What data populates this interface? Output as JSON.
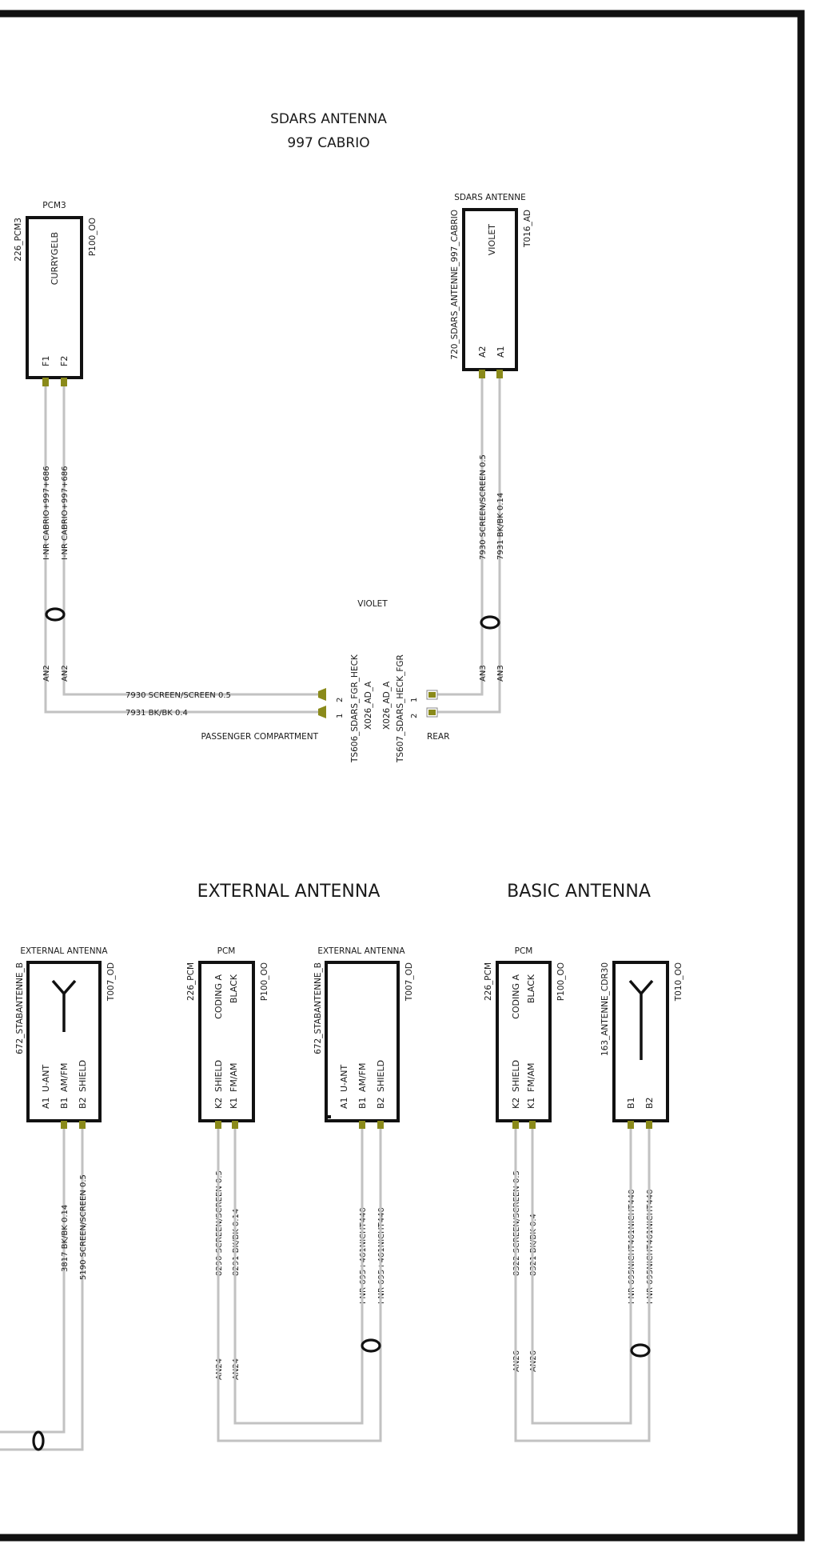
{
  "titles": {
    "sdars": "SDARS ANTENNA",
    "model": "997  CABRIO",
    "external": "EXTERNAL ANTENNA",
    "basic": "BASIC ANTENNA"
  },
  "pcm3": {
    "header": "PCM3",
    "id": "226_PCM3",
    "inner": "CURRYGELB",
    "code": "P100_OO",
    "pins": [
      "F1",
      "F2"
    ],
    "wires": [
      "I-NR CABRIO+997+686",
      "I-NR CABRIO+997+686"
    ],
    "ends": [
      "AN2",
      "AN2"
    ]
  },
  "sdars_antenne": {
    "header": "SDARS ANTENNE",
    "id": "720_SDARS_ANTENNE_997_CABRIO",
    "inner": "VIOLET",
    "code": "T016_AD",
    "pins": [
      "A2",
      "A1"
    ],
    "wires": [
      "7930 SCREEN/SCREEN 0.5",
      "7931 BK/BK 0.14"
    ],
    "ends": [
      "AN3",
      "AN3"
    ]
  },
  "connector": {
    "color": "VIOLET",
    "wire_top": "7930 SCREEN/SCREEN 0.5",
    "wire_bottom": "7931 BK/BK 0.4",
    "left_label": "PASSENGER COMPARTMENT",
    "right_label": "REAR",
    "left_pins": [
      "2",
      "1"
    ],
    "right_pins": [
      "1",
      "2"
    ],
    "ids": [
      "TS606_SDARS_FGR_HECK",
      "X026_AD_A",
      "X026_AD_A",
      "TS607_SDARS_HECK_FGR"
    ]
  },
  "ext_antenna_1": {
    "header": "EXTERNAL ANTENNA",
    "id": "672_STABANTENNE_B",
    "code": "T007_OD",
    "pins": [
      "A1",
      "B1",
      "B2"
    ],
    "functions": [
      "U-ANT",
      "AM/FM",
      "SHIELD"
    ],
    "wires": [
      "3817 BK/BK 0.14",
      "5190 SCREEN/SCREEN 0.5"
    ]
  },
  "pcm_1": {
    "header": "PCM",
    "id": "226_PCM",
    "code": "P100_OO",
    "inner": [
      "CODING A",
      "BLACK"
    ],
    "pins": [
      "K2",
      "K1"
    ],
    "functions": [
      "SHIELD",
      "FM/AM"
    ],
    "wires": [
      "8290 SCREEN/SCREEN 0.5",
      "8291 BK/BK 0.14"
    ],
    "ends": [
      "AN24",
      "AN24"
    ]
  },
  "ext_antenna_2": {
    "header": "EXTERNAL ANTENNA",
    "id": "672_STABANTENNE_B",
    "code": "T007_OD",
    "pins": [
      "A1",
      "B1",
      "B2"
    ],
    "functions": [
      "U-ANT",
      "AM/FM",
      "SHIELD"
    ],
    "wires": [
      "I-NR 695+461NICHT440",
      "I-NR 695+461NICHT440"
    ]
  },
  "pcm_2": {
    "header": "PCM",
    "id": "226_PCM",
    "code": "P100_OO",
    "inner": [
      "CODING A",
      "BLACK"
    ],
    "pins": [
      "K2",
      "K1"
    ],
    "functions": [
      "SHIELD",
      "FM/AM"
    ],
    "wires": [
      "8322 SCREEN/SCREEN 0.5",
      "8321 BK/BK 0.4"
    ],
    "ends": [
      "AN26",
      "AN26"
    ]
  },
  "basic_antenna": {
    "id": "163_ANTENNE_CDR30",
    "code": "T010_OO",
    "pins": [
      "B1",
      "B2"
    ],
    "wires": [
      "I-NR 695NICHT461NICHT440",
      "I-NR 695NICHT461NICHT440"
    ]
  },
  "colors": {
    "wire": "#c2c2c2",
    "pin": "#8a8a1a",
    "line": "#111111"
  }
}
